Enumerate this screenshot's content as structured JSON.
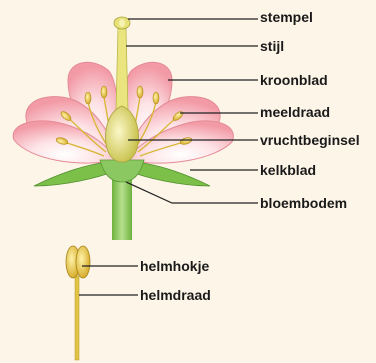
{
  "flower_labels": {
    "stempel": "stempel",
    "stijl": "stijl",
    "kroonblad": "kroonblad",
    "meeldraad": "meeldraad",
    "vruchtbeginsel": "vruchtbeginsel",
    "kelkblad": "kelkblad",
    "bloembodem": "bloembodem"
  },
  "stamen_labels": {
    "helmhokje": "helmhokje",
    "helmdraad": "helmdraad"
  },
  "colors": {
    "background": "#fdf5e8",
    "petal": "#f6c3c8",
    "petal_edge": "#d9737f",
    "sepal": "#7cc04a",
    "stem": "#8cc862",
    "pistil": "#e9e37a",
    "anther": "#e6c43a",
    "leader_line": "#222222"
  }
}
